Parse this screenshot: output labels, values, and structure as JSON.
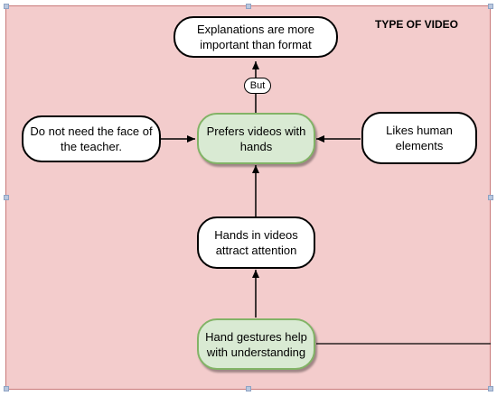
{
  "diagram": {
    "title": "TYPE OF VIDEO",
    "nodes": {
      "explanations": "Explanations are more important than format",
      "prefers_hands": "Prefers videos with hands",
      "no_face": "Do not need the face of the teacher.",
      "human_elements": "Likes human elements",
      "attract_attention": "Hands in videos attract attention",
      "gestures_help": "Hand gestures help with understanding"
    },
    "edge_labels": {
      "but": "But"
    },
    "colors": {
      "background": "#f3cccc",
      "frame_border": "#c97a7a",
      "green_fill": "#d9ead3",
      "green_border": "#82b366",
      "white_fill": "#ffffff"
    }
  }
}
